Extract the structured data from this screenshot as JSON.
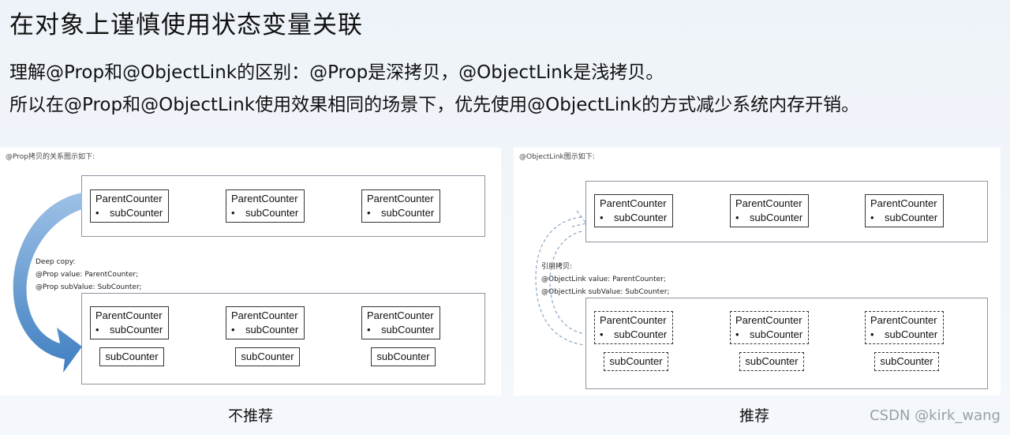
{
  "title": "在对象上谨慎使用状态变量关联",
  "lines": [
    "理解@Prop和@ObjectLink的区别：@Prop是深拷贝，@ObjectLink是浅拷贝。",
    "所以在@Prop和@ObjectLink使用效果相同的场景下，优先使用@ObjectLink的方式减少系统内存开销。"
  ],
  "left": {
    "caption": "@Prop拷贝的关系图示如下:",
    "code": [
      "Deep copy:",
      "@Prop value: ParentCounter;",
      "@Prop subValue: SubCounter;"
    ],
    "label": "不推荐"
  },
  "right": {
    "caption": "@ObjectLink图示如下:",
    "code": [
      "引用拷贝:",
      "@ObjectLink value: ParentCounter;",
      "@ObjectLink subValue: SubCounter;"
    ],
    "label": "推荐"
  },
  "node": {
    "name": "ParentCounter",
    "bullet": "•",
    "child": "subCounter"
  },
  "sub_label": "subCounter",
  "watermark": "CSDN @kirk_wang",
  "colors": {
    "arrow_blue": "#4a86c5",
    "dashed_arrow": "#8aa7c4",
    "border": "#8c95a0"
  }
}
